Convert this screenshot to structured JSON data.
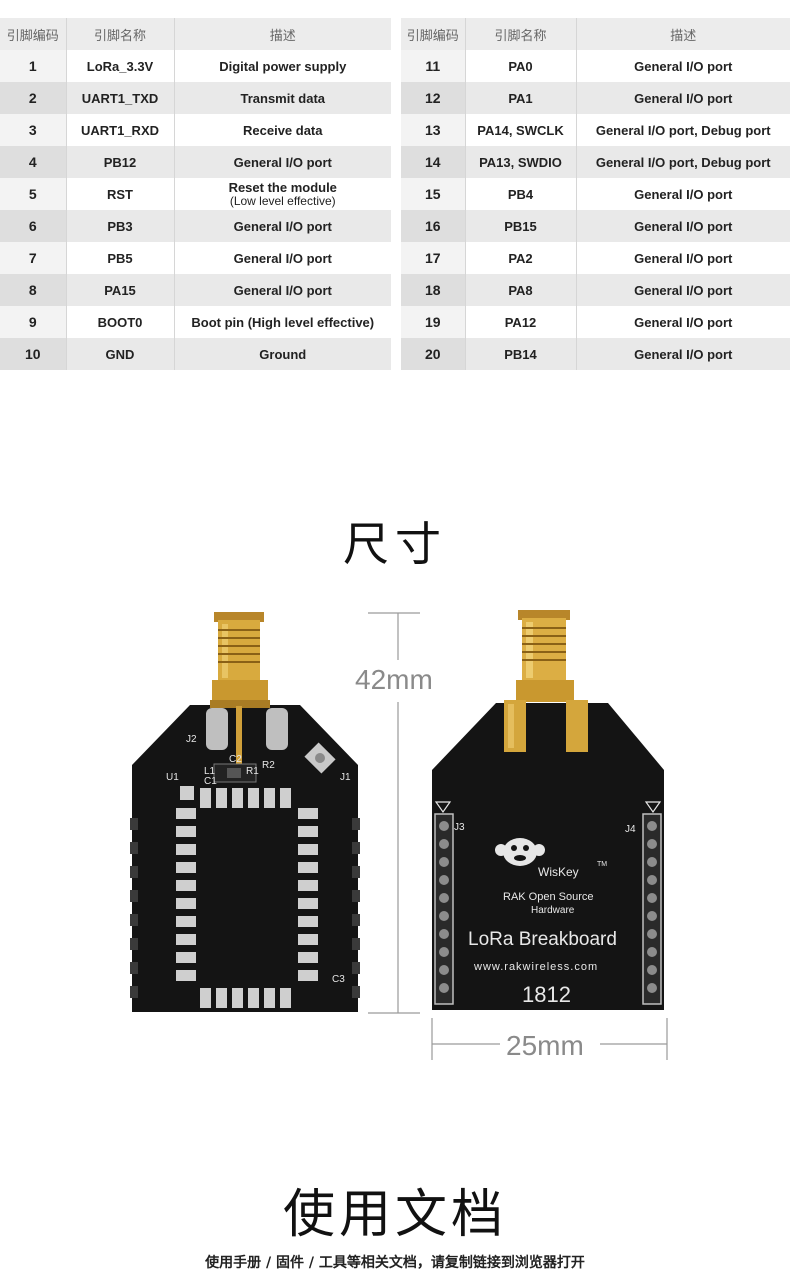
{
  "table": {
    "headers": {
      "num": "引脚编码",
      "name": "引脚名称",
      "desc": "描述"
    },
    "left": [
      {
        "num": "1",
        "name": "LoRa_3.3V",
        "desc": "Digital power supply",
        "sub": ""
      },
      {
        "num": "2",
        "name": "UART1_TXD",
        "desc": "Transmit data",
        "sub": ""
      },
      {
        "num": "3",
        "name": "UART1_RXD",
        "desc": "Receive data",
        "sub": ""
      },
      {
        "num": "4",
        "name": "PB12",
        "desc": "General I/O port",
        "sub": ""
      },
      {
        "num": "5",
        "name": "RST",
        "desc": "Reset the module",
        "sub": "(Low level effective)"
      },
      {
        "num": "6",
        "name": "PB3",
        "desc": "General I/O port",
        "sub": ""
      },
      {
        "num": "7",
        "name": "PB5",
        "desc": "General I/O port",
        "sub": ""
      },
      {
        "num": "8",
        "name": "PA15",
        "desc": "General I/O port",
        "sub": ""
      },
      {
        "num": "9",
        "name": "BOOT0",
        "desc": "Boot pin (High level effective)",
        "sub": ""
      },
      {
        "num": "10",
        "name": "GND",
        "desc": "Ground",
        "sub": ""
      }
    ],
    "right": [
      {
        "num": "11",
        "name": "PA0",
        "desc": "General I/O port"
      },
      {
        "num": "12",
        "name": "PA1",
        "desc": "General I/O port"
      },
      {
        "num": "13",
        "name": "PA14, SWCLK",
        "desc": "General I/O port, Debug port"
      },
      {
        "num": "14",
        "name": "PA13, SWDIO",
        "desc": "General I/O port, Debug port"
      },
      {
        "num": "15",
        "name": "PB4",
        "desc": "General I/O port"
      },
      {
        "num": "16",
        "name": "PB15",
        "desc": "General I/O port"
      },
      {
        "num": "17",
        "name": "PA2",
        "desc": "General I/O port"
      },
      {
        "num": "18",
        "name": "PA8",
        "desc": "General I/O port"
      },
      {
        "num": "19",
        "name": "PA12",
        "desc": "General I/O port"
      },
      {
        "num": "20",
        "name": "PB14",
        "desc": "General I/O port"
      }
    ]
  },
  "size_section": {
    "title": "尺寸",
    "height_label": "42mm",
    "width_label": "25mm"
  },
  "board_front": {
    "labels": [
      "J2",
      "U1",
      "L1",
      "C1",
      "C2",
      "R1",
      "R2",
      "J1",
      "C3"
    ]
  },
  "board_back": {
    "labels": [
      "J3",
      "J4"
    ],
    "brand": "WisKey",
    "tm": "TM",
    "line1": "RAK Open Source",
    "line2": "Hardware",
    "product": "LoRa Breakboard",
    "url": "www.rakwireless.com",
    "code": "1812"
  },
  "docs_section": {
    "title": "使用文档",
    "note": "使用手册 / 固件 / 工具等相关文档，请复制链接到浏览器打开"
  },
  "colors": {
    "header_bg": "#ececec",
    "row_alt_bg": "#e9e9e9",
    "pcb": "#141414",
    "gold": "#c99a2e",
    "dim_line": "#9a9a9a"
  }
}
